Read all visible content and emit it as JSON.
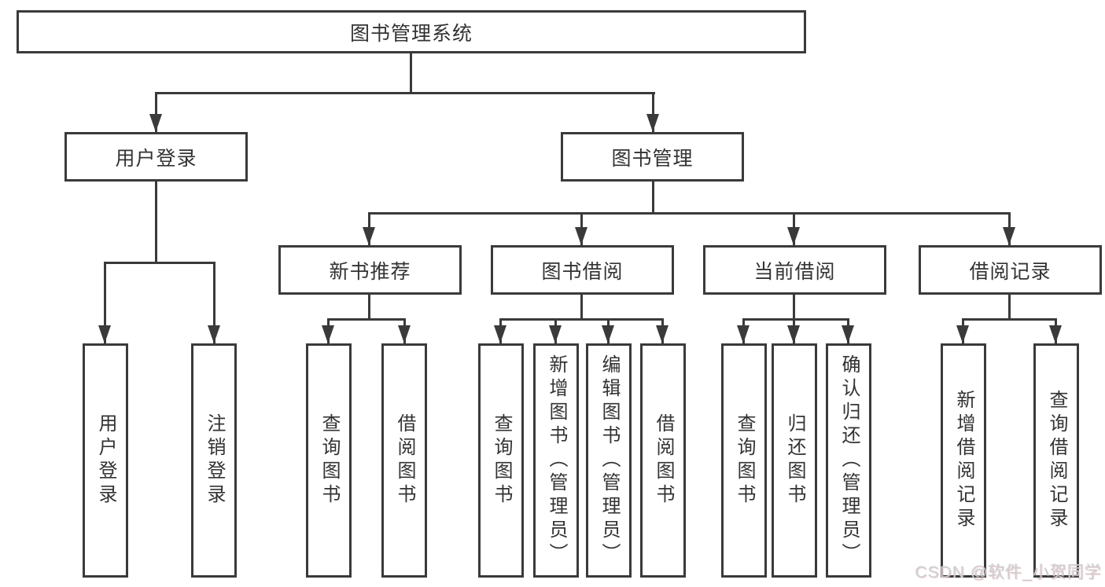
{
  "diagram": {
    "root": "图书管理系统",
    "level2": [
      "用户登录",
      "图书管理"
    ],
    "level3": [
      "新书推荐",
      "图书借阅",
      "当前借阅",
      "借阅记录"
    ],
    "leaves_user_login": [
      "用户登录",
      "注销登录"
    ],
    "leaves_new_books": [
      "查询图书",
      "借阅图书"
    ],
    "leaves_book_borrow": [
      "查询图书",
      "新增图书（管理员）",
      "编辑图书（管理员）",
      "借阅图书"
    ],
    "leaves_current_borrow": [
      "查询图书",
      "归还图书",
      "确认归还（管理员）"
    ],
    "leaves_borrow_records": [
      "新增借阅记录",
      "查询借阅记录"
    ]
  },
  "watermark": "CSDN @软件_小贺同学",
  "colors": {
    "line": "#3a3a3a",
    "text": "#333333",
    "background": "#ffffff",
    "watermark": "#cfcfcf"
  }
}
